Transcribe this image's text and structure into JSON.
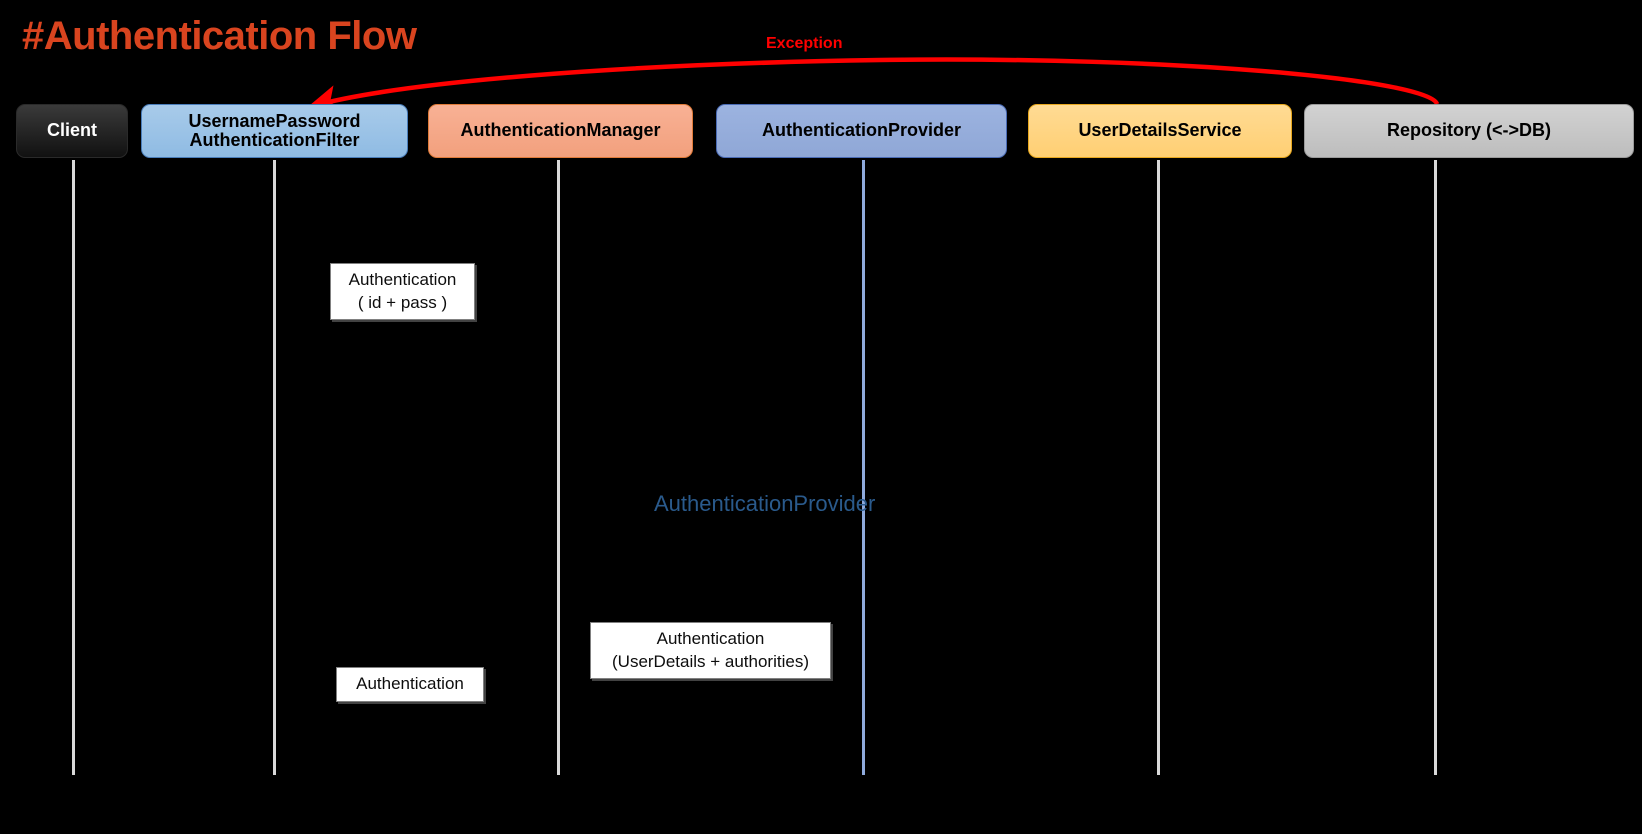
{
  "diagram": {
    "title": "#Authentication Flow",
    "background_color": "#000000",
    "title_color": "#d9441f"
  },
  "participants": [
    {
      "id": "client",
      "label": "Client",
      "color": "#1a1a1a",
      "border": "#2a2a2a",
      "text_color": "#ffffff",
      "lifeline_color": "#d9d9d9"
    },
    {
      "id": "filter",
      "label": "UsernamePassword\nAuthenticationFilter",
      "color": "#9dc3e6",
      "border": "#4a7ebb",
      "text_color": "#000000",
      "lifeline_color": "#d9d9d9"
    },
    {
      "id": "manager",
      "label": "AuthenticationManager",
      "color": "#f4a582",
      "border": "#e07b39",
      "text_color": "#000000",
      "lifeline_color": "#d9d9d9"
    },
    {
      "id": "provider",
      "label": "AuthenticationProvider",
      "color": "#8faadc",
      "border": "#4a6bb5",
      "text_color": "#000000",
      "lifeline_color": "#8faadc"
    },
    {
      "id": "uds",
      "label": "UserDetailsService",
      "color": "#ffd480",
      "border": "#e8a81e",
      "text_color": "#000000",
      "lifeline_color": "#d9d9d9"
    },
    {
      "id": "repo",
      "label": "Repository (<->DB)",
      "color": "#c6c6c6",
      "border": "#9a9a9a",
      "text_color": "#000000",
      "lifeline_color": "#d9d9d9"
    }
  ],
  "participant_labels": {
    "client": "Client",
    "filter_line1": "UsernamePassword",
    "filter_line2": "AuthenticationFilter",
    "manager": "AuthenticationManager",
    "provider": "AuthenticationProvider",
    "uds": "UserDetailsService",
    "repo": "Repository (<->DB)"
  },
  "notes": [
    {
      "id": "note-auth-credentials",
      "line1": "Authentication",
      "line2": "( id + pass )"
    },
    {
      "id": "note-auth-userdetails",
      "line1": "Authentication",
      "line2": "(UserDetails +  authorities)"
    },
    {
      "id": "note-auth-result",
      "line1": "Authentication",
      "line2": ""
    }
  ],
  "annotations": {
    "exception_label": "Exception",
    "exception_color": "#ff0000",
    "provider_inline_label": "AuthenticationProvider",
    "provider_inline_color": "#2a5a8c"
  }
}
